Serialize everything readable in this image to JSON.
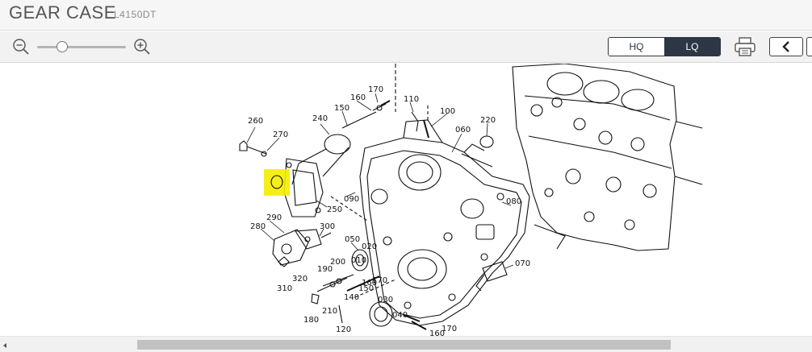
{
  "header": {
    "title": "GEAR CASE",
    "model": "L4150DT"
  },
  "toolbar": {
    "zoom_out_icon": "zoom-out-icon",
    "zoom_in_icon": "zoom-in-icon",
    "zoom_level_fraction": 0.28,
    "quality": {
      "hq_label": "HQ",
      "lq_label": "LQ",
      "selected": "LQ"
    },
    "print_icon": "printer-icon",
    "back_icon": "chevron-left-icon"
  },
  "diagram": {
    "callouts": [
      "260",
      "270",
      "240",
      "150",
      "170",
      "160",
      "110",
      "100",
      "060",
      "220",
      "250",
      "090",
      "290",
      "280",
      "300",
      "050",
      "020",
      "200",
      "010",
      "080",
      "070",
      "190",
      "170",
      "320",
      "310",
      "180",
      "210",
      "140",
      "150",
      "160",
      "030",
      "040",
      "120",
      "170",
      "160"
    ],
    "highlight_color": "#f5ec00"
  },
  "scrollbar": {
    "left_arrow": "scroll-left-icon"
  }
}
